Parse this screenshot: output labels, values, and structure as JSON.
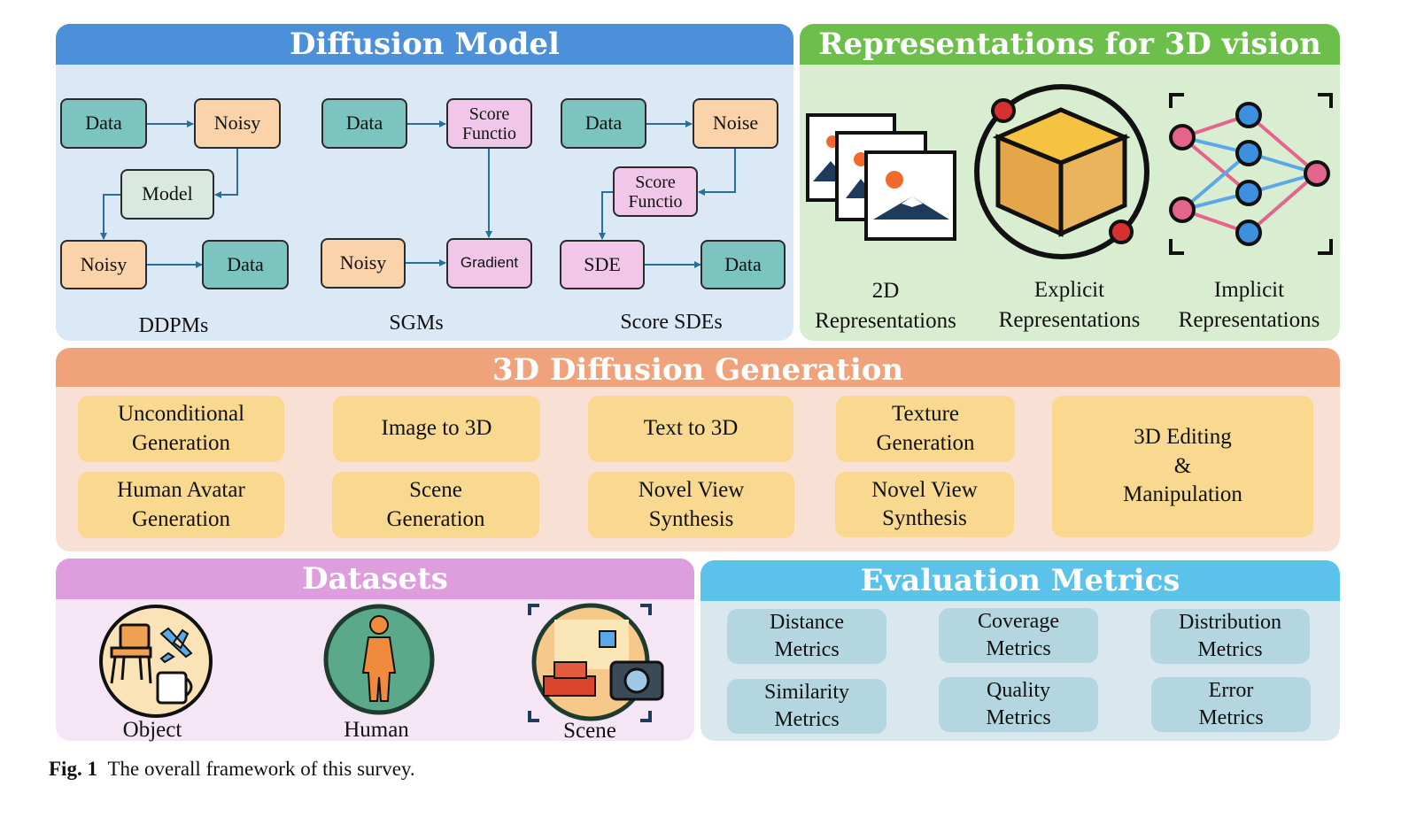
{
  "diffusion_model": {
    "title": "Diffusion Model",
    "ddpms": {
      "data1": "Data",
      "noisy1": "Noisy",
      "model": "Model",
      "noisy2": "Noisy",
      "data2": "Data",
      "label": "DDPMs"
    },
    "sgms": {
      "data": "Data",
      "score": "Score\nFunctio",
      "noisy": "Noisy",
      "gradient": "Gradient",
      "label": "SGMs"
    },
    "score_sdes": {
      "data1": "Data",
      "noise": "Noise",
      "score": "Score\nFunctio",
      "sde": "SDE",
      "data2": "Data",
      "label": "Score SDEs"
    }
  },
  "representations": {
    "title": "Representations for 3D vision",
    "items": [
      {
        "label": "2D\nRepresentations",
        "icon": "image-stack-icon"
      },
      {
        "label": "Explicit\nRepresentations",
        "icon": "cube-orbit-icon"
      },
      {
        "label": "Implicit\nRepresentations",
        "icon": "neural-network-icon"
      }
    ]
  },
  "generation": {
    "title": "3D Diffusion Generation",
    "tiles": [
      "Unconditional\nGeneration",
      "Image to 3D",
      "Text to 3D",
      "Texture\nGeneration",
      "3D Editing\n&\nManipulation",
      "Human Avatar\nGeneration",
      "Scene\nGeneration",
      "Novel View\nSynthesis",
      "Novel View\nSynthesis"
    ]
  },
  "datasets": {
    "title": "Datasets",
    "items": [
      {
        "label": "Object",
        "icon": "object-icon"
      },
      {
        "label": "Human",
        "icon": "human-icon"
      },
      {
        "label": "Scene",
        "icon": "scene-icon"
      }
    ]
  },
  "metrics": {
    "title": "Evaluation Metrics",
    "tiles": [
      "Distance\nMetrics",
      "Coverage\nMetrics",
      "Distribution\nMetrics",
      "Similarity\nMetrics",
      "Quality\nMetrics",
      "Error\nMetrics"
    ]
  },
  "caption": {
    "label": "Fig. 1",
    "text": "The overall framework of this survey."
  },
  "colors": {
    "diffusion_head": "#4b90d9",
    "diffusion_bg": "#dbe8f6",
    "repr_head": "#6cbf4a",
    "repr_bg": "#d9eed1",
    "gen_head": "#f0a37b",
    "gen_bg": "#f8e0d4",
    "data_head": "#de9ddd",
    "data_bg": "#f4e6f4",
    "metric_head": "#5bc2ea",
    "metric_bg": "#d8e8ee"
  }
}
